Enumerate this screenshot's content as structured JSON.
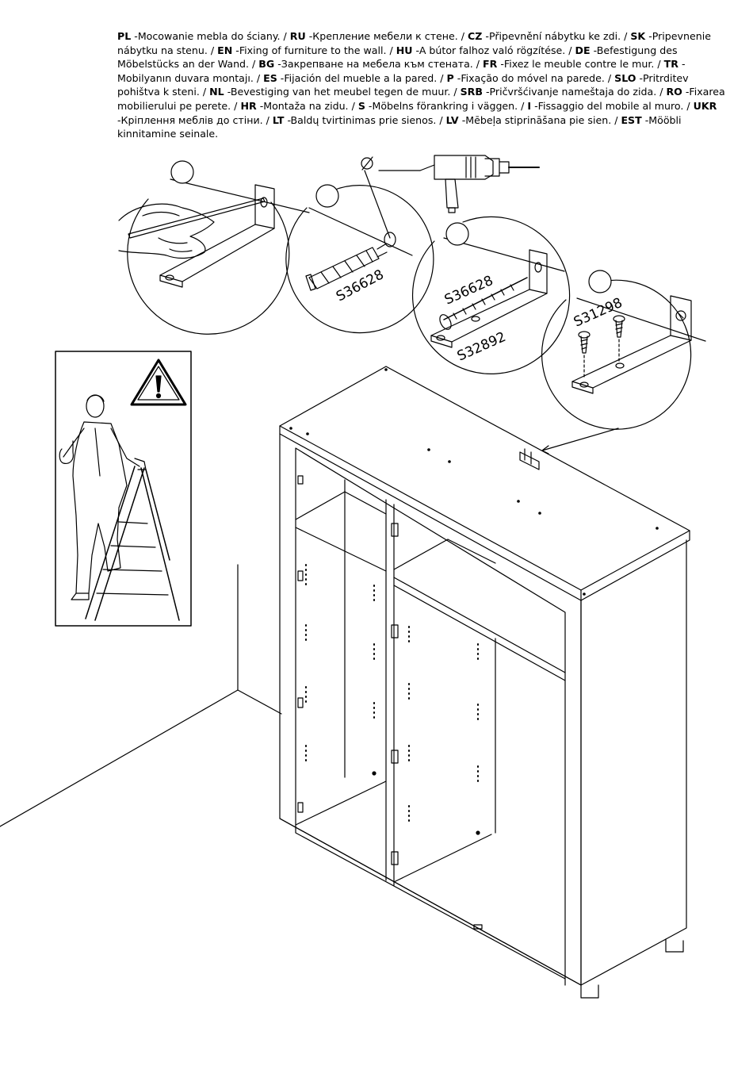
{
  "instructions": [
    {
      "code": "PL",
      "text": "-Mocowanie mebla do ściany. /"
    },
    {
      "code": "RU",
      "text": "-Крепление мебели к стене. /"
    },
    {
      "code": "CZ",
      "text": "-Připevnění nábytku ke zdi. /"
    },
    {
      "code": "SK",
      "text": "-Pripevnenie nábytku na stenu. /"
    },
    {
      "code": "EN",
      "text": "-Fixing of furniture to the wall. /"
    },
    {
      "code": "HU",
      "text": "-A bútor falhoz való rögzítése. /"
    },
    {
      "code": "DE",
      "text": "-Befestigung des Möbelstücks an der Wand. /"
    },
    {
      "code": "BG",
      "text": "-Закрепване на мебела към стената. /"
    },
    {
      "code": "FR",
      "text": "-Fixez le meuble contre le mur. /"
    },
    {
      "code": "TR",
      "text": "-Mobilyanın duvara montajı. /"
    },
    {
      "code": "ES",
      "text": "-Fijación del mueble a la pared. /"
    },
    {
      "code": "P",
      "text": "-Fixação do móvel na parede. /"
    },
    {
      "code": "SLO",
      "text": "-Pritrditev pohištva k steni. /"
    },
    {
      "code": "NL",
      "text": "-Bevestiging van het meubel tegen de muur. /"
    },
    {
      "code": "SRB",
      "text": "-Pričvršćivanje nameštaja do zida. /"
    },
    {
      "code": "RO",
      "text": "-Fixarea mobilierului pe perete. /"
    },
    {
      "code": "HR",
      "text": "-Montaža na zidu. /"
    },
    {
      "code": "S",
      "text": "-Möbelns förankring i väggen. /"
    },
    {
      "code": "I",
      "text": "-Fissaggio del mobile al muro. /"
    },
    {
      "code": "UKR",
      "text": "-Кріплення меблів до стіни. /"
    },
    {
      "code": "LT",
      "text": "-Baldų tvirtinimas prie sienos. /"
    },
    {
      "code": "LV",
      "text": "-Mēbeļa stiprināšana pie sien. /"
    },
    {
      "code": "EST",
      "text": "-Mööbli kinnitamine seinale."
    }
  ],
  "parts": {
    "dowel": "S36628",
    "screw_long": "S36628",
    "bracket": "S32892",
    "screw_short": "S31298"
  },
  "symbols": {
    "diameter": "diameter-symbol",
    "warning": "warning-icon",
    "drill": "drill-icon"
  }
}
